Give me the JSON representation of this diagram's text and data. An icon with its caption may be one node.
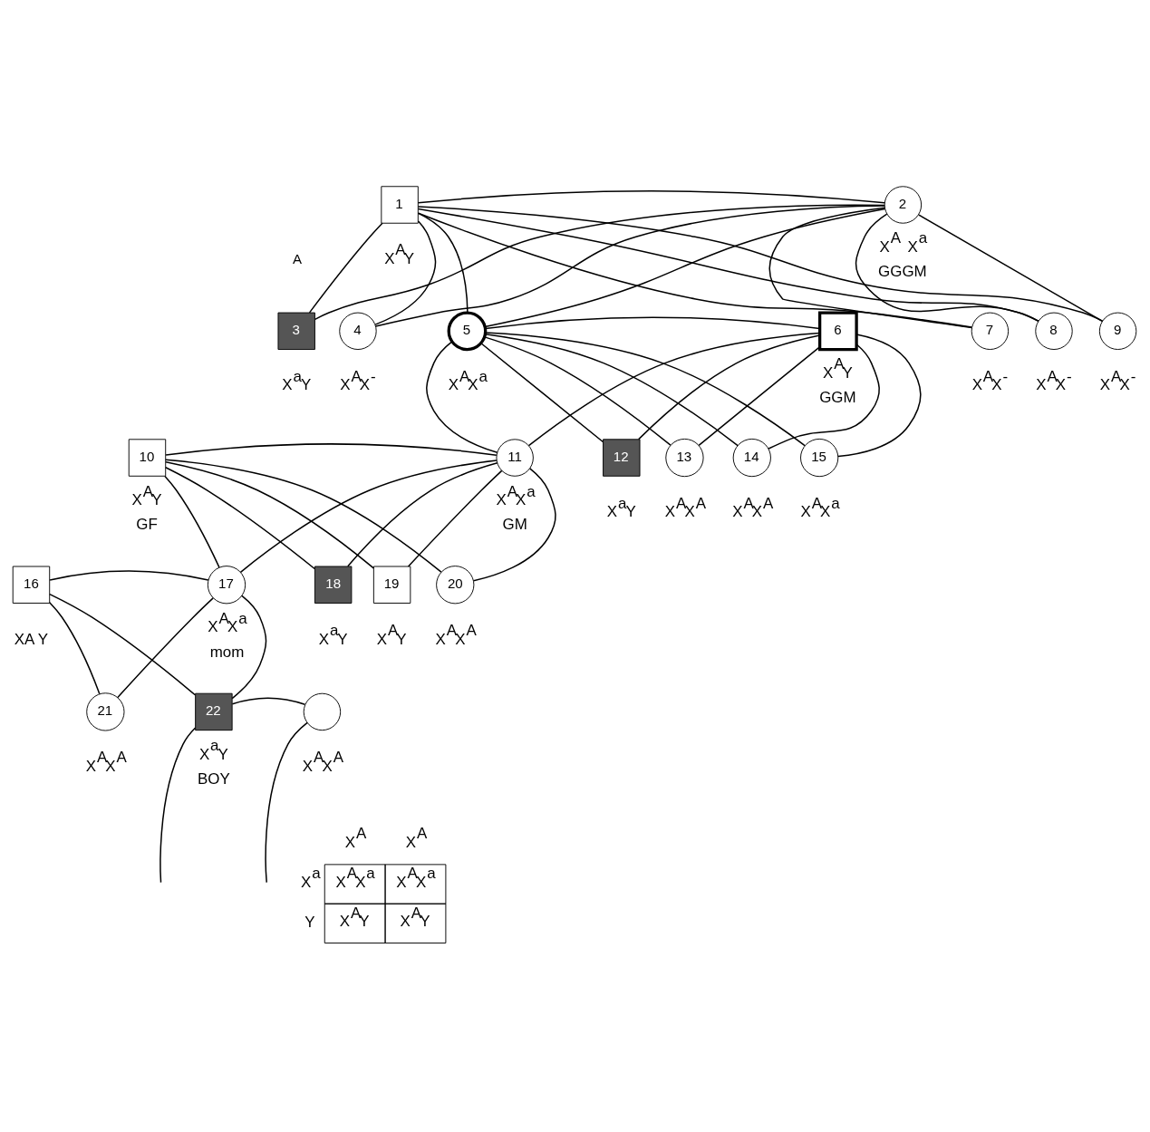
{
  "diagram": {
    "nodes": [
      {
        "text": [
          "1"
        ],
        "beside": [
          "X$^{A}$Y"
        ]
      },
      {
        "text": [
          "2"
        ],
        "beside": [
          "X$^{A}$ X$^{a}$",
          "GGGM"
        ]
      },
      {
        "text": [
          "3"
        ],
        "beside": [
          "X$^{a}$Y"
        ]
      },
      {
        "text": [
          "4"
        ],
        "beside": [
          "X$^{A}$X$^{-}$"
        ]
      },
      {
        "text": [
          "5"
        ],
        "beside": [
          "X$^{A}$X$^{a}$"
        ]
      },
      {
        "text": [
          "6"
        ],
        "beside": [
          "X$^{A}$Y",
          "GGM"
        ]
      },
      {
        "text": [
          "7"
        ],
        "beside": [
          "X$^{A}$X$^{-}$"
        ]
      },
      {
        "text": [
          "8"
        ],
        "beside": [
          "X$^{A}$X$^{-}$"
        ]
      },
      {
        "text": [
          "9"
        ],
        "beside": [
          "X$^{A}$X$^{-}$"
        ]
      },
      {
        "text": [
          "10"
        ],
        "beside": [
          "X$^{A}$Y",
          "GF"
        ]
      },
      {
        "text": [
          "11"
        ],
        "beside": [
          "X$^{A}$X$^{a}$",
          "GM"
        ]
      },
      {
        "text": [
          "12"
        ],
        "beside": [
          "X$^{a}$Y"
        ]
      },
      {
        "text": [
          "13"
        ],
        "beside": [
          "X$^{A}$X$^{A}$"
        ]
      },
      {
        "text": [
          "14"
        ],
        "beside": [
          "X$^{A}$X$^{A}$"
        ]
      },
      {
        "text": [
          "15"
        ],
        "beside": [
          "X$^{A}$X$^{a}$"
        ]
      },
      {
        "text": [
          "16"
        ],
        "beside": [
          "XA Y"
        ]
      },
      {
        "text": [
          "17"
        ],
        "beside": [
          "X$^{A}$X$^{a}$",
          "mom"
        ]
      },
      {
        "text": [
          "18"
        ],
        "beside": [
          "X$^{a}$Y"
        ]
      },
      {
        "text": [
          "19"
        ],
        "beside": [
          "X$^{A}$Y"
        ]
      },
      {
        "text": [
          "20"
        ],
        "beside": [
          "X$^{A}$X$^{A}$"
        ]
      },
      {
        "text": [
          "21"
        ],
        "beside": [
          "X$^{A}$X$^{A}$"
        ]
      },
      {
        "text": [
          "22"
        ],
        "beside": [
          "X$^{a}$Y",
          "BOY"
        ]
      },
      {
        "text": [],
        "shape": "circle",
        "beside": [
          "X$^{A}$X$^{A}$"
        ]
      }
    ],
    "edges": [
      {
        "from": 0,
        "to": 1,
        "arrow": "none"
      },
      {
        "from": 0,
        "to": 2,
        "arrow": "none"
      },
      {
        "from": 1,
        "to": 2,
        "arrow": "none"
      },
      {
        "from": 0,
        "to": 3,
        "arrow": "none"
      },
      {
        "from": 1,
        "to": 3,
        "arrow": "none"
      },
      {
        "from": 0,
        "to": 4,
        "arrow": "none"
      },
      {
        "from": 1,
        "to": 4,
        "arrow": "none"
      },
      {
        "from": 0,
        "to": 6,
        "arrow": "none"
      },
      {
        "from": 1,
        "to": 6,
        "arrow": "none"
      },
      {
        "from": 0,
        "to": 7,
        "arrow": "none"
      },
      {
        "from": 1,
        "to": 7,
        "arrow": "none"
      },
      {
        "from": 0,
        "to": 8,
        "arrow": "none"
      },
      {
        "from": 1,
        "to": 8,
        "arrow": "none"
      },
      {
        "from": 4,
        "to": 5,
        "arrow": "none"
      },
      {
        "from": 4,
        "to": 10,
        "arrow": "none"
      },
      {
        "from": 5,
        "to": 10,
        "arrow": "none"
      },
      {
        "from": 4,
        "to": 11,
        "arrow": "none"
      },
      {
        "from": 5,
        "to": 11,
        "arrow": "none"
      },
      {
        "from": 4,
        "to": 12,
        "arrow": "none"
      },
      {
        "from": 5,
        "to": 12,
        "arrow": "none"
      },
      {
        "from": 4,
        "to": 13,
        "arrow": "none"
      },
      {
        "from": 5,
        "to": 13,
        "arrow": "none"
      },
      {
        "from": 4,
        "to": 14,
        "arrow": "none"
      },
      {
        "from": 5,
        "to": 14,
        "arrow": "none"
      },
      {
        "from": 9,
        "to": 10,
        "arrow": "none"
      },
      {
        "from": 9,
        "to": 16,
        "arrow": "none"
      },
      {
        "from": 10,
        "to": 16,
        "arrow": "none"
      },
      {
        "from": 9,
        "to": 17,
        "arrow": "none"
      },
      {
        "from": 10,
        "to": 17,
        "arrow": "none"
      },
      {
        "from": 9,
        "to": 18,
        "arrow": "none"
      },
      {
        "from": 10,
        "to": 18,
        "arrow": "none"
      },
      {
        "from": 9,
        "to": 19,
        "arrow": "none"
      },
      {
        "from": 10,
        "to": 19,
        "arrow": "none"
      },
      {
        "from": 15,
        "to": 16,
        "arrow": "none"
      },
      {
        "from": 15,
        "to": 20,
        "arrow": "none"
      },
      {
        "from": 16,
        "to": 20,
        "arrow": "none"
      },
      {
        "from": 15,
        "to": 21,
        "arrow": "none"
      },
      {
        "from": 16,
        "to": 21,
        "arrow": "none"
      },
      {
        "from": 21,
        "to": 22,
        "arrow": "none"
      },
      {
        "from": 21,
        "to": null,
        "arrow": "none"
      },
      {
        "from": 22,
        "to": null,
        "arrow": "none"
      }
    ],
    "labels": [
      "A",
      "X$^{A}$",
      "X$^{A}$",
      "X$^{a}$",
      "X$^{A}$X$^{a}$",
      "X$^{A}$X$^{a}$",
      "Y",
      "X$^{A}$Y",
      "X$^{A}$Y"
    ]
  }
}
